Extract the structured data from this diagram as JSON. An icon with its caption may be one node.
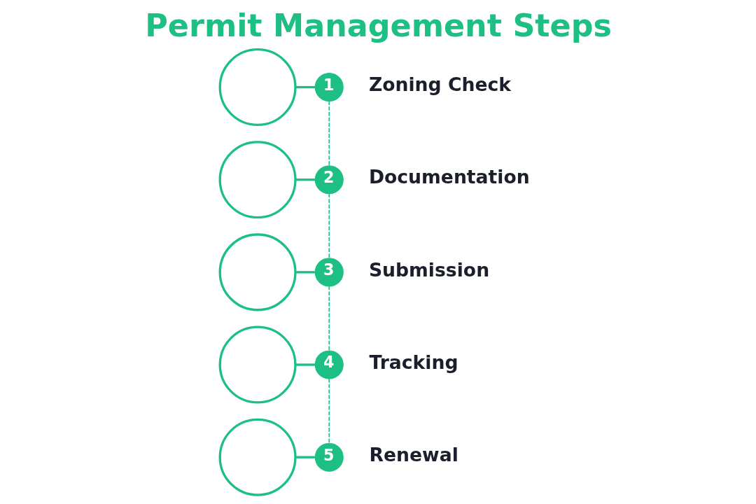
{
  "diagram": {
    "title": "Permit Management Steps",
    "nodes": [
      {
        "text": [],
        "shape": "circle"
      },
      {
        "text": [
          "1"
        ],
        "beside": [
          "Zoning Check"
        ]
      },
      {
        "text": [],
        "shape": "circle"
      },
      {
        "text": [
          "2"
        ],
        "beside": [
          "Documentation"
        ]
      },
      {
        "text": [],
        "shape": "circle"
      },
      {
        "text": [
          "3"
        ],
        "beside": [
          "Submission"
        ]
      },
      {
        "text": [],
        "shape": "circle"
      },
      {
        "text": [
          "4"
        ],
        "beside": [
          "Tracking"
        ]
      },
      {
        "text": [],
        "shape": "circle"
      },
      {
        "text": [
          "5"
        ],
        "beside": [
          "Renewal"
        ]
      }
    ],
    "edges": [
      {
        "from": 0,
        "to": 1,
        "arrow": "none"
      },
      {
        "from": 1,
        "to": 3,
        "arrow": "none",
        "style": "dashed"
      },
      {
        "from": 2,
        "to": 3,
        "arrow": "none"
      },
      {
        "from": 3,
        "to": 5,
        "arrow": "none",
        "style": "dashed"
      },
      {
        "from": 4,
        "to": 5,
        "arrow": "none"
      },
      {
        "from": 5,
        "to": 7,
        "arrow": "none",
        "style": "dashed"
      },
      {
        "from": 6,
        "to": 7,
        "arrow": "none"
      },
      {
        "from": 7,
        "to": 9,
        "arrow": "none",
        "style": "dashed"
      },
      {
        "from": 8,
        "to": 9,
        "arrow": "none"
      }
    ]
  }
}
